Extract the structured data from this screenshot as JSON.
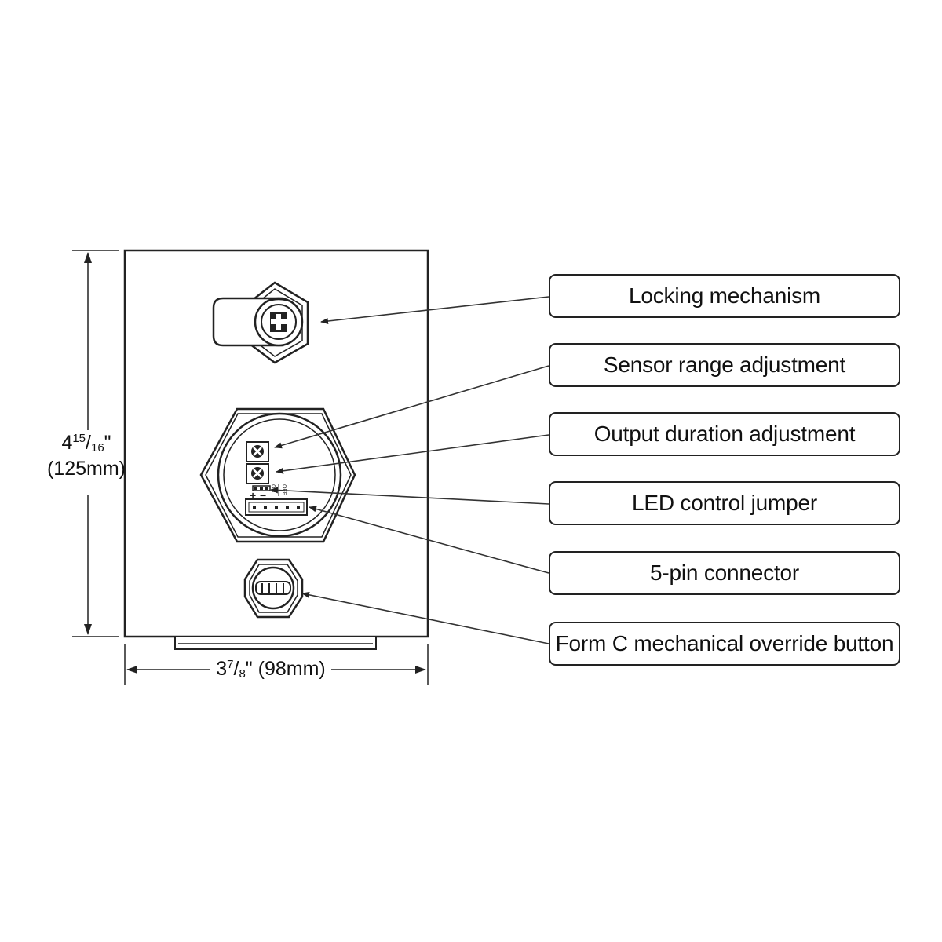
{
  "callouts": [
    {
      "id": "locking",
      "label": "Locking mechanism"
    },
    {
      "id": "sensor",
      "label": "Sensor range adjustment"
    },
    {
      "id": "duration",
      "label": "Output duration adjustment"
    },
    {
      "id": "led",
      "label": "LED control jumper"
    },
    {
      "id": "connector",
      "label": "5-pin connector"
    },
    {
      "id": "override",
      "label": "Form C mechanical override button"
    }
  ],
  "dimensions": {
    "height": {
      "whole": "4",
      "num": "15",
      "den": "16",
      "inch_mark": "\"",
      "metric": "(125mm)"
    },
    "width": {
      "whole": "3",
      "num": "7",
      "den": "8",
      "inch_mark": "\"",
      "metric": "(98mm)"
    }
  },
  "board_markings": {
    "plus": "+",
    "minus": "−",
    "jumper_labels": [
      "ON",
      "OFF"
    ]
  },
  "colors": {
    "line": "#222222",
    "background": "#ffffff"
  }
}
